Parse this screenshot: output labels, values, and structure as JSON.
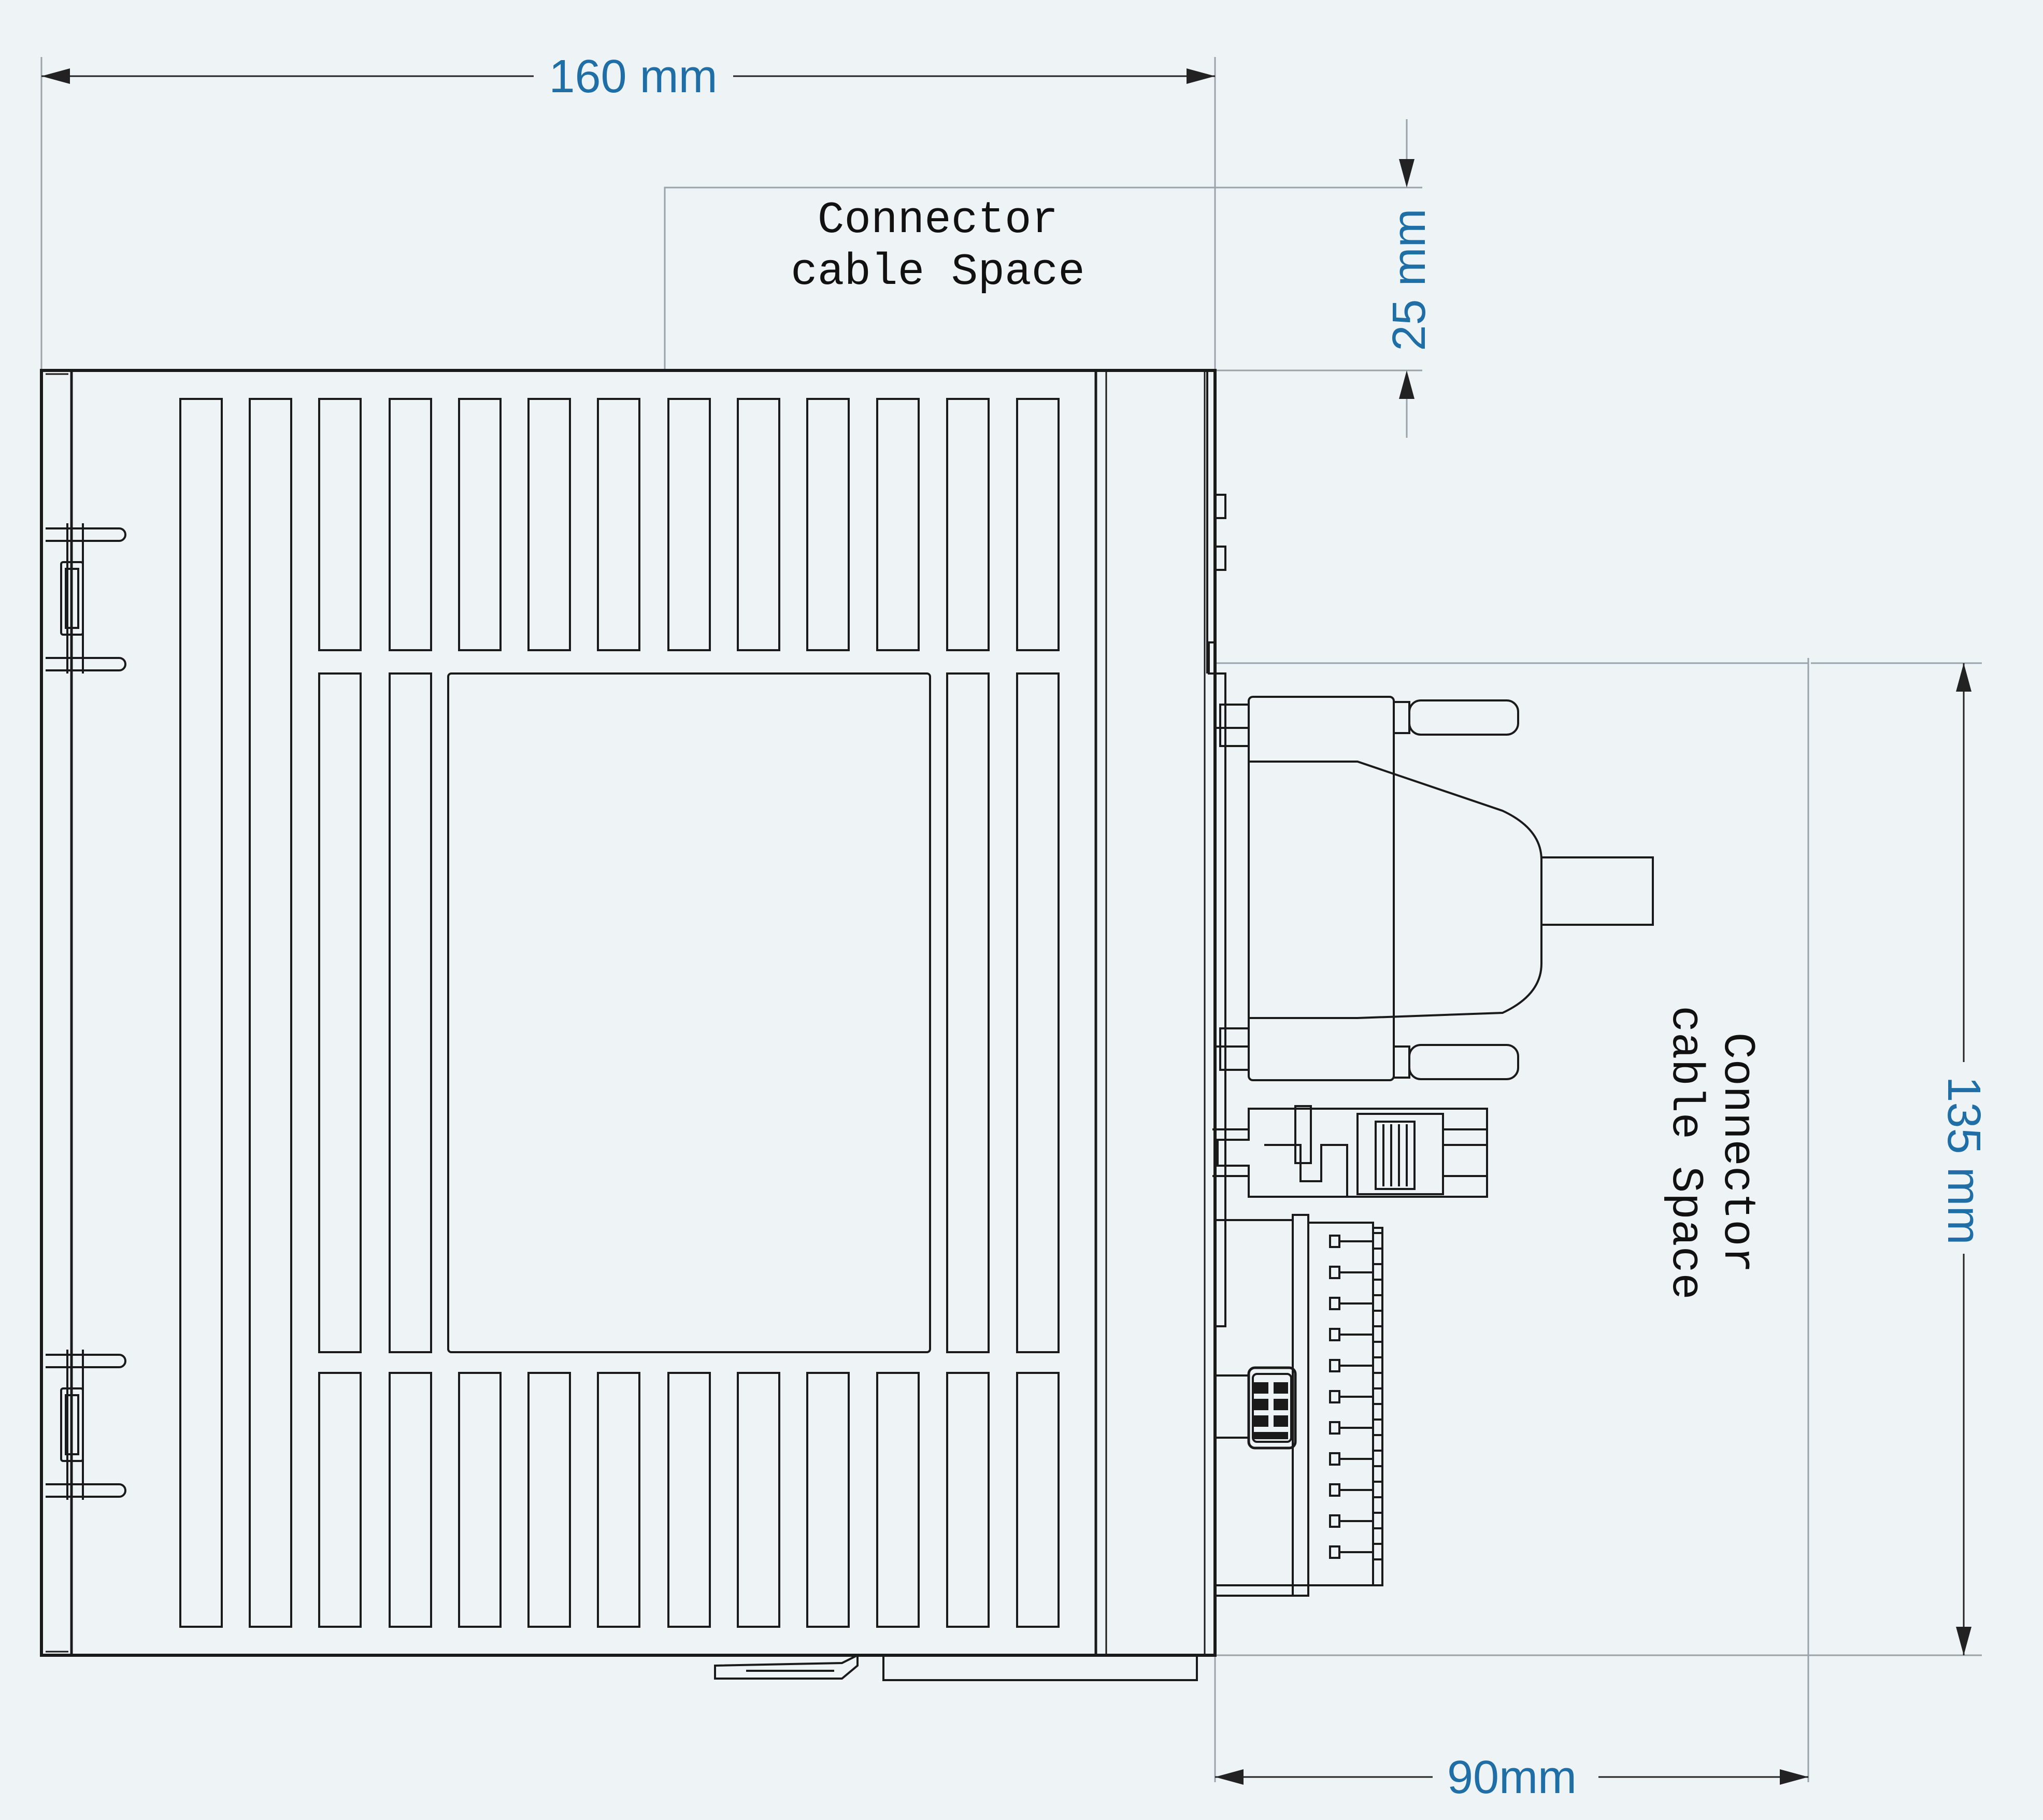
{
  "dimensions": {
    "width_top": "160 mm",
    "top_space": "25 mm",
    "right_height": "135 mm",
    "right_space": "90mm"
  },
  "notes": {
    "top_space": {
      "line1": "Connector",
      "line2": "cable Space"
    },
    "right_space": {
      "line1": "Connector",
      "line2": "cable Space"
    }
  },
  "colors": {
    "background": "#eef3f6",
    "dimension_text": "#1f6fa6",
    "outline": "#1a1a1a",
    "guide": "#9aa3aa"
  },
  "icons": {
    "arrow": "arrowhead"
  }
}
